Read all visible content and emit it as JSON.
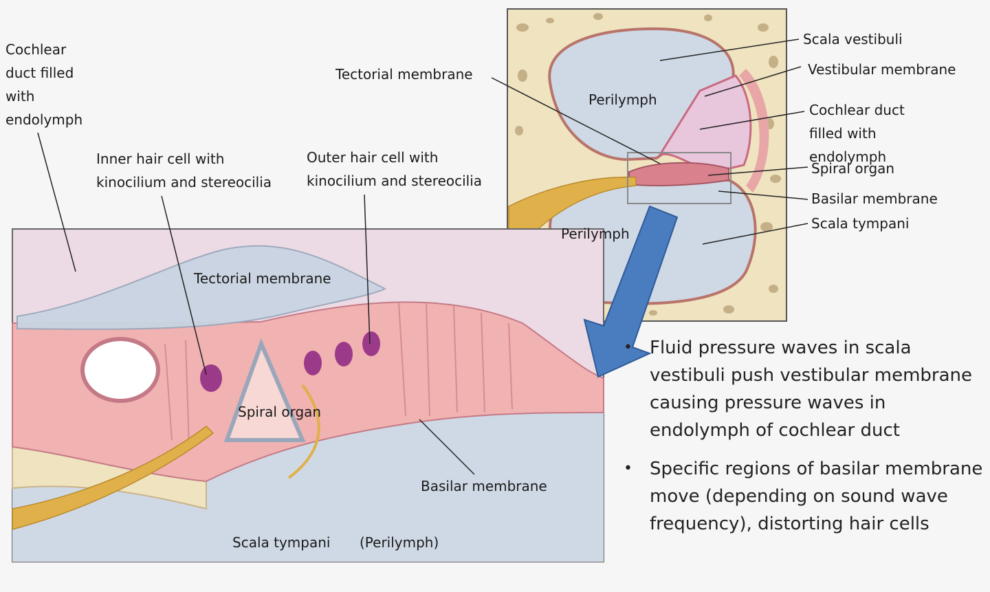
{
  "labels": {
    "cochlear_duct_left": [
      "Cochlear",
      "duct filled",
      "with",
      "endolymph"
    ],
    "inner_hair_cell": [
      "Inner hair cell  with",
      "kinocilium and stereocilia"
    ],
    "outer_hair_cell": [
      "Outer hair cell with",
      "kinocilium and stereocilia"
    ],
    "tectorial_top": "Tectorial membrane",
    "tectorial_inset": "Tectorial membrane",
    "spiral_organ_inset": "Spiral organ",
    "basilar_inset": "Basilar membrane",
    "scala_tympani_inset": "Scala tympani",
    "perilymph_inset": "(Perilymph)",
    "scala_vestibuli": "Scala vestibuli",
    "vestibular_membrane": "Vestibular membrane",
    "cochlear_duct_right": [
      "Cochlear duct",
      "filled with",
      "endolymph"
    ],
    "spiral_organ_right": "Spiral organ",
    "basilar_right": "Basilar membrane",
    "scala_tympani_right": "Scala tympani",
    "perilymph_upper": "Perilymph",
    "perilymph_lower": "Perilymph"
  },
  "bullets": [
    "Fluid pressure waves in scala vestibuli push vestibular membrane causing pressure waves in endolymph of cochlear duct",
    "Specific regions of basilar membrane move (depending on sound wave frequency), distorting hair cells"
  ],
  "bullet_marker": "•",
  "colors": {
    "arrow": "#4a7cc0",
    "perilymph": "#cfd9e6",
    "endolymph": "#e8c6dc",
    "tissue": "#f1b2b2",
    "bone": "#efe3c0",
    "nerve": "#e0b04a"
  }
}
